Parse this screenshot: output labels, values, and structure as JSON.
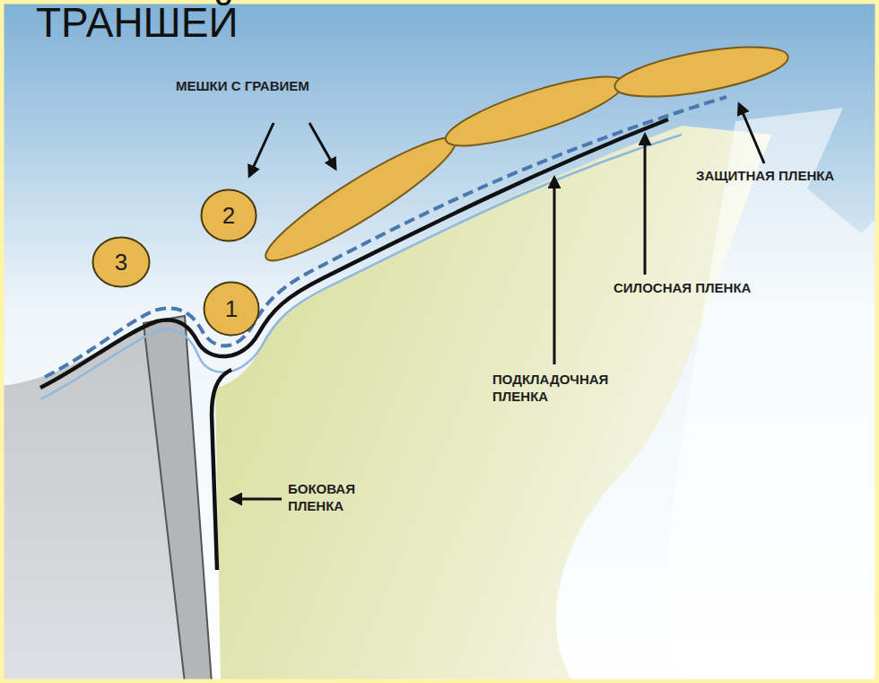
{
  "diagram": {
    "title": "ТРАНШЕЙ",
    "nodes": [
      {
        "text": [
          "2"
        ]
      },
      {
        "text": [
          "3"
        ]
      },
      {
        "text": [
          "1"
        ]
      }
    ],
    "labels": [
      "МЕШКИ С ГРАВИЕМ",
      "ЗАЩИТНАЯ ПЛЕНКА",
      "СИЛОСНАЯ ПЛЕНКА",
      "ПОДКЛАДОЧНАЯ ПЛЕНКА",
      "БОКОВАЯ ПЛЕНКА"
    ]
  }
}
